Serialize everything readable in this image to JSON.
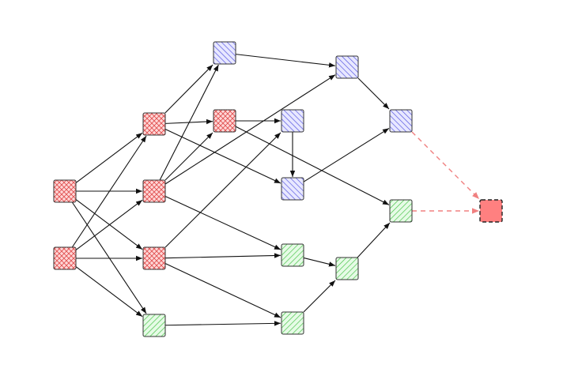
{
  "diagram": {
    "type": "directed-graph",
    "groups": {
      "red": {
        "fill": "#ff8080",
        "stroke": "#e06060",
        "pattern": "crosshatch"
      },
      "blue": {
        "fill": "#8080ff",
        "stroke": "#6060e0",
        "pattern": "diagonal"
      },
      "green": {
        "fill": "#80e080",
        "stroke": "#60c060",
        "pattern": "diagonal"
      },
      "sink": {
        "fill": "#ff8080",
        "stroke": "#222222",
        "pattern": "solid-dashed-border"
      }
    },
    "nodes": [
      {
        "id": "r1",
        "group": "red"
      },
      {
        "id": "r2",
        "group": "red"
      },
      {
        "id": "r3",
        "group": "red"
      },
      {
        "id": "r4",
        "group": "red"
      },
      {
        "id": "r5",
        "group": "red"
      },
      {
        "id": "r6",
        "group": "red"
      },
      {
        "id": "b1",
        "group": "blue"
      },
      {
        "id": "b2",
        "group": "blue"
      },
      {
        "id": "b3",
        "group": "blue"
      },
      {
        "id": "b4",
        "group": "blue"
      },
      {
        "id": "b5",
        "group": "blue"
      },
      {
        "id": "g1",
        "group": "green"
      },
      {
        "id": "g2",
        "group": "green"
      },
      {
        "id": "g3",
        "group": "green"
      },
      {
        "id": "g4",
        "group": "green"
      },
      {
        "id": "g5",
        "group": "green"
      },
      {
        "id": "sink",
        "group": "sink"
      }
    ],
    "edges": [
      {
        "from": "r1",
        "to": "r3"
      },
      {
        "from": "r1",
        "to": "r4"
      },
      {
        "from": "r1",
        "to": "r5"
      },
      {
        "from": "r1",
        "to": "g1"
      },
      {
        "from": "r2",
        "to": "r3"
      },
      {
        "from": "r2",
        "to": "r4"
      },
      {
        "from": "r2",
        "to": "r5"
      },
      {
        "from": "r2",
        "to": "g1"
      },
      {
        "from": "r3",
        "to": "b1"
      },
      {
        "from": "r3",
        "to": "r6"
      },
      {
        "from": "r3",
        "to": "b4"
      },
      {
        "from": "r4",
        "to": "b1"
      },
      {
        "from": "r4",
        "to": "r6"
      },
      {
        "from": "r4",
        "to": "b2"
      },
      {
        "from": "r4",
        "to": "g2"
      },
      {
        "from": "r5",
        "to": "b3"
      },
      {
        "from": "r5",
        "to": "g2"
      },
      {
        "from": "r5",
        "to": "g4"
      },
      {
        "from": "r6",
        "to": "b3"
      },
      {
        "from": "r6",
        "to": "g5"
      },
      {
        "from": "b1",
        "to": "b2"
      },
      {
        "from": "b2",
        "to": "b5"
      },
      {
        "from": "b3",
        "to": "b4"
      },
      {
        "from": "b4",
        "to": "b5"
      },
      {
        "from": "g1",
        "to": "g4"
      },
      {
        "from": "g2",
        "to": "g3"
      },
      {
        "from": "g4",
        "to": "g3"
      },
      {
        "from": "g3",
        "to": "g5"
      },
      {
        "from": "b5",
        "to": "sink",
        "style": "dashed",
        "color": "#f08080"
      },
      {
        "from": "g5",
        "to": "sink",
        "style": "dashed",
        "color": "#f08080"
      }
    ]
  }
}
